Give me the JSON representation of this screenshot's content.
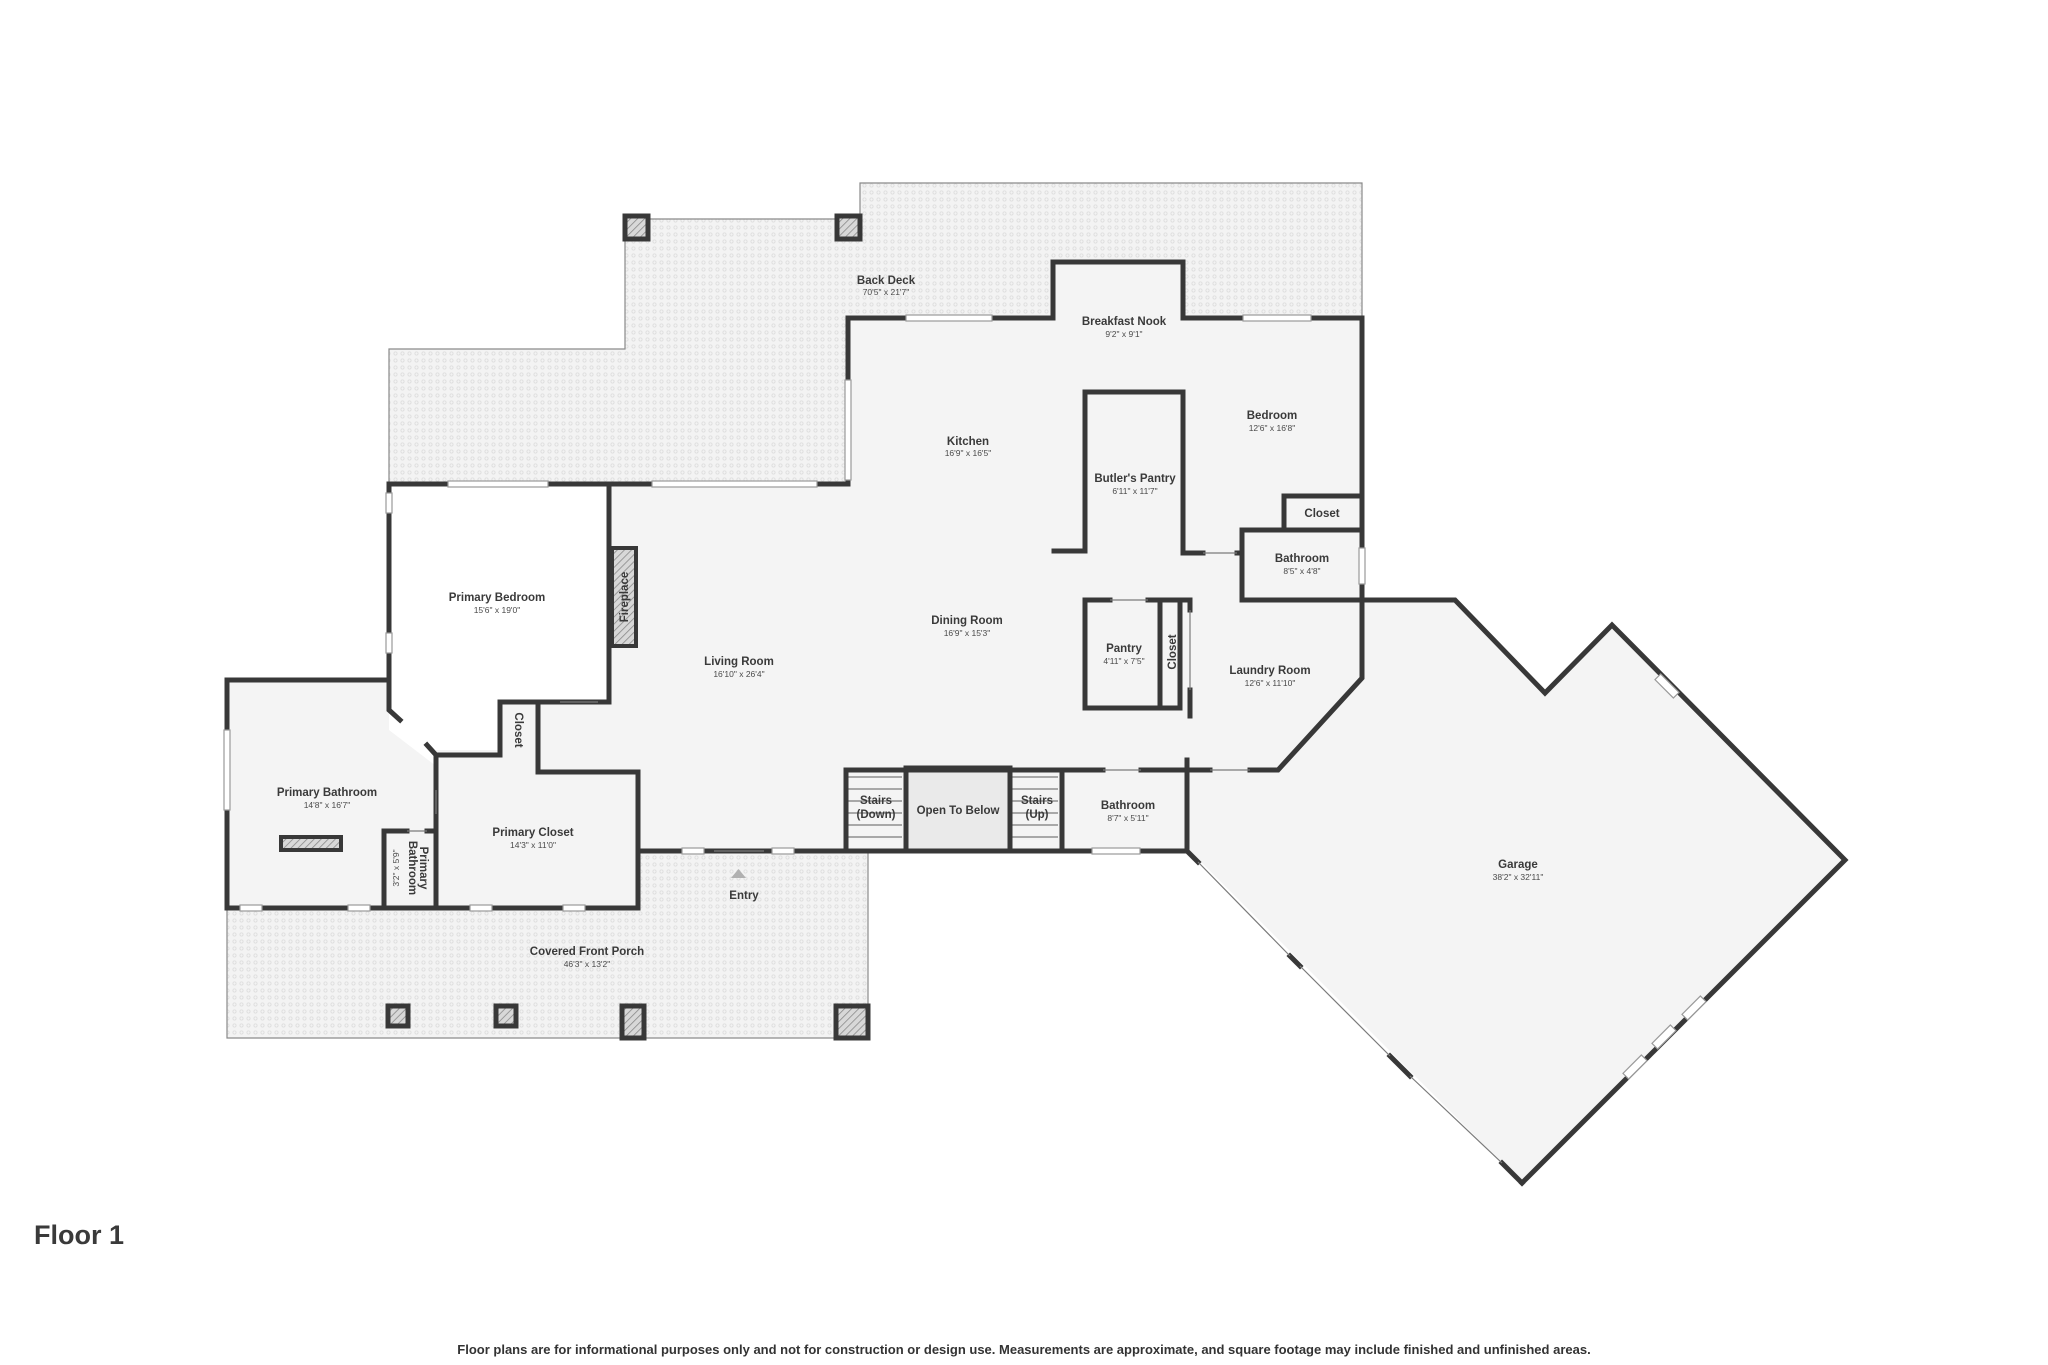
{
  "floor_title": "Floor 1",
  "disclaimer": "Floor plans are for informational purposes only and not for construction or design use. Measurements are approximate, and square footage may include finished and unfinished areas.",
  "rooms": {
    "back_deck": {
      "name": "Back Deck",
      "dims": "70'5\" x 21'7\""
    },
    "breakfast_nook": {
      "name": "Breakfast Nook",
      "dims": "9'2\" x 9'1\""
    },
    "kitchen": {
      "name": "Kitchen",
      "dims": "16'9\" x 16'5\""
    },
    "bedroom": {
      "name": "Bedroom",
      "dims": "12'6\" x 16'8\""
    },
    "butlers_pantry": {
      "name": "Butler's Pantry",
      "dims": "6'11\" x 11'7\""
    },
    "closet_bedroom": {
      "name": "Closet"
    },
    "bathroom_upper": {
      "name": "Bathroom",
      "dims": "8'5\" x 4'8\""
    },
    "primary_bedroom": {
      "name": "Primary Bedroom",
      "dims": "15'6\" x 19'0\""
    },
    "fireplace": {
      "name": "Fireplace"
    },
    "dining_room": {
      "name": "Dining Room",
      "dims": "16'9\" x 15'3\""
    },
    "living_room": {
      "name": "Living Room",
      "dims": "16'10\" x 26'4\""
    },
    "pantry": {
      "name": "Pantry",
      "dims": "4'11\" x 7'5\""
    },
    "closet_laundry": {
      "name": "Closet"
    },
    "laundry_room": {
      "name": "Laundry Room",
      "dims": "12'6\" x 11'10\""
    },
    "closet_primary": {
      "name": "Closet"
    },
    "primary_bathroom": {
      "name": "Primary Bathroom",
      "dims": "14'8\" x 16'7\""
    },
    "primary_bathroom_small": {
      "name_line1": "Primary",
      "name_line2": "Bathroom",
      "dims": "3'2\" x 5'9\""
    },
    "primary_closet": {
      "name": "Primary Closet",
      "dims": "14'3\" x 11'0\""
    },
    "stairs_down": {
      "line1": "Stairs",
      "line2": "(Down)"
    },
    "open_to_below": {
      "name": "Open To Below"
    },
    "stairs_up": {
      "line1": "Stairs",
      "line2": "(Up)"
    },
    "bathroom_lower": {
      "name": "Bathroom",
      "dims": "8'7\" x 5'11\""
    },
    "garage": {
      "name": "Garage",
      "dims": "38'2\" x 32'11\""
    },
    "entry": {
      "name": "Entry"
    },
    "covered_front_porch": {
      "name": "Covered Front Porch",
      "dims": "46'3\" x 13'2\""
    }
  }
}
